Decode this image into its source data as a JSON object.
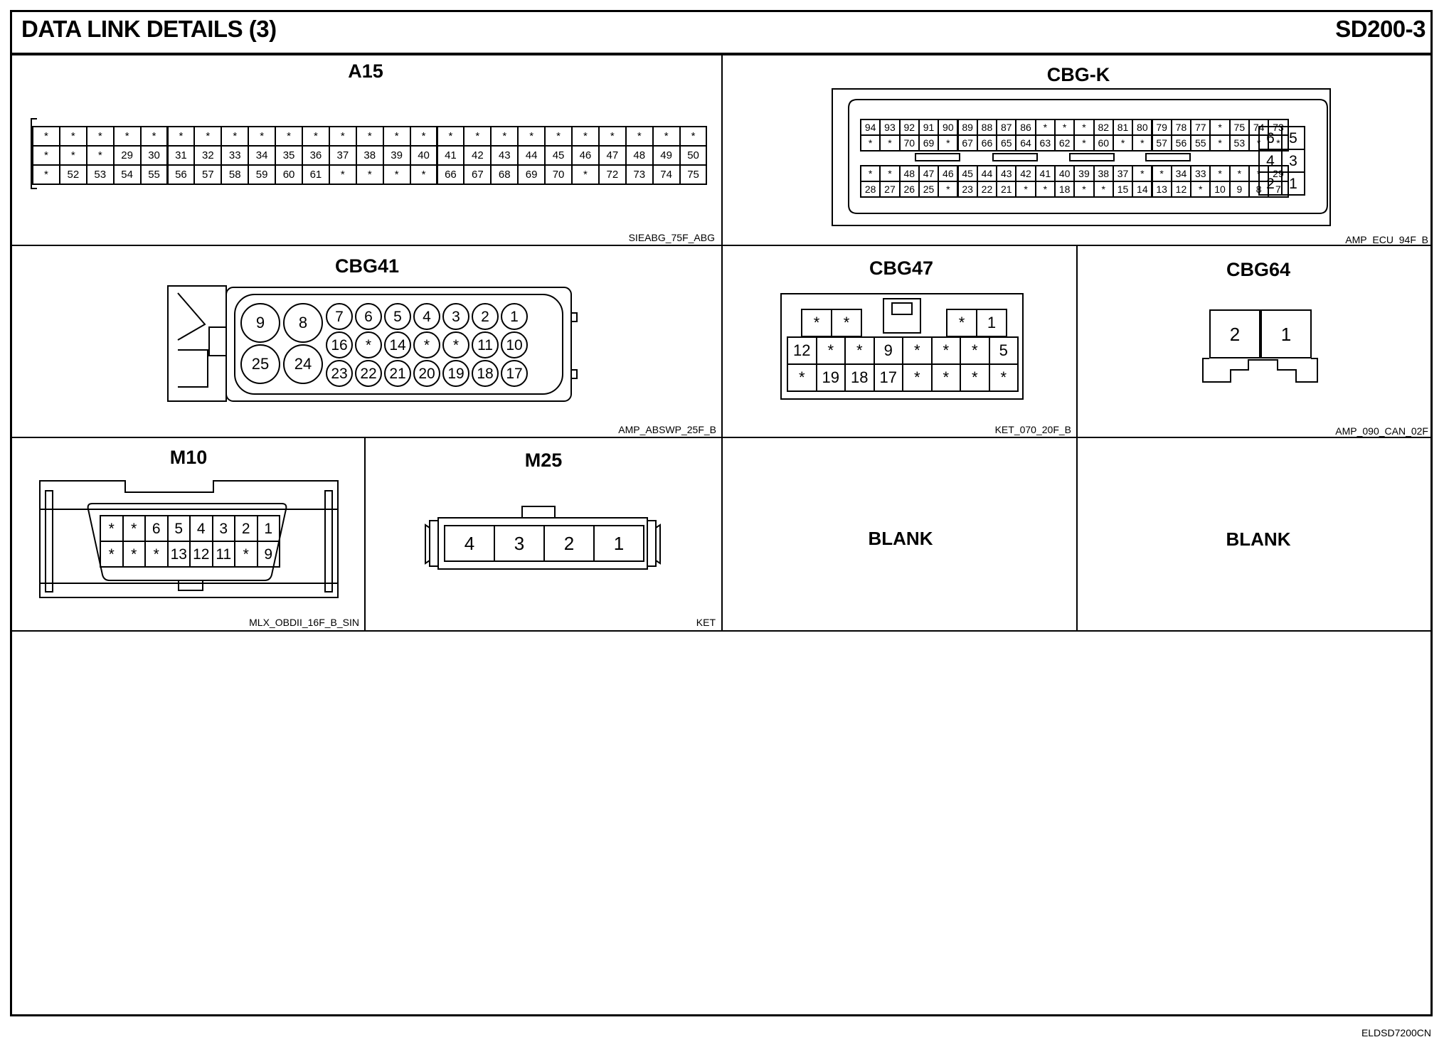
{
  "header": {
    "title": "DATA LINK DETAILS (3)",
    "page_code": "SD200-3"
  },
  "footer_code": "ELDSD7200CN",
  "blank_label": "BLANK",
  "connectors": {
    "A15": {
      "name": "A15",
      "part": "SIEABG_75F_ABG",
      "rows": [
        [
          "*",
          "*",
          "*",
          "*",
          "*",
          "*",
          "*",
          "*",
          "*",
          "*",
          "*",
          "*",
          "*",
          "*",
          "*",
          "*",
          "*",
          "*",
          "*",
          "*",
          "*",
          "*",
          "*",
          "*",
          "*"
        ],
        [
          "*",
          "*",
          "*",
          "29",
          "30",
          "31",
          "32",
          "33",
          "34",
          "35",
          "36",
          "37",
          "38",
          "39",
          "40",
          "41",
          "42",
          "43",
          "44",
          "45",
          "46",
          "47",
          "48",
          "49",
          "50"
        ],
        [
          "*",
          "52",
          "53",
          "54",
          "55",
          "56",
          "57",
          "58",
          "59",
          "60",
          "61",
          "*",
          "*",
          "*",
          "*",
          "66",
          "67",
          "68",
          "69",
          "70",
          "*",
          "72",
          "73",
          "74",
          "75"
        ]
      ]
    },
    "CBGK": {
      "name": "CBG-K",
      "part": "AMP_ECU_94F_B",
      "rows": [
        [
          "94",
          "93",
          "92",
          "91",
          "90",
          "89",
          "88",
          "87",
          "86",
          "*",
          "*",
          "*",
          "82",
          "81",
          "80",
          "79",
          "78",
          "77",
          "*",
          "75",
          "74",
          "73"
        ],
        [
          "*",
          "*",
          "70",
          "69",
          "*",
          "67",
          "66",
          "65",
          "64",
          "63",
          "62",
          "*",
          "60",
          "*",
          "*",
          "57",
          "56",
          "55",
          "*",
          "53",
          "*",
          "*"
        ],
        [
          "*",
          "*",
          "48",
          "47",
          "46",
          "45",
          "44",
          "43",
          "42",
          "41",
          "40",
          "39",
          "38",
          "37",
          "*",
          "*",
          "34",
          "33",
          "*",
          "*",
          "*",
          "29"
        ],
        [
          "28",
          "27",
          "26",
          "25",
          "*",
          "23",
          "22",
          "21",
          "*",
          "*",
          "18",
          "*",
          "*",
          "15",
          "14",
          "13",
          "12",
          "*",
          "10",
          "9",
          "8",
          "7"
        ]
      ],
      "side": [
        [
          "6",
          "5"
        ],
        [
          "4",
          "3"
        ],
        [
          "2",
          "1"
        ]
      ]
    },
    "CBG41": {
      "name": "CBG41",
      "part": "AMP_ABSWP_25F_B",
      "big": [
        "9",
        "8",
        "25",
        "24"
      ],
      "rows": [
        [
          "7",
          "6",
          "5",
          "4",
          "3",
          "2",
          "1"
        ],
        [
          "16",
          "*",
          "14",
          "*",
          "*",
          "11",
          "10"
        ],
        [
          "23",
          "22",
          "21",
          "20",
          "19",
          "18",
          "17"
        ]
      ]
    },
    "CBG47": {
      "name": "CBG47",
      "part": "KET_070_20F_B",
      "top_left": [
        "*",
        "*"
      ],
      "top_right": [
        "*",
        "1"
      ],
      "rows": [
        [
          "12",
          "*",
          "*",
          "9",
          "*",
          "*",
          "*",
          "5"
        ],
        [
          "*",
          "19",
          "18",
          "17",
          "*",
          "*",
          "*",
          "*"
        ]
      ]
    },
    "CBG64": {
      "name": "CBG64",
      "part": "AMP_090_CAN_02F",
      "pins": [
        "2",
        "1"
      ]
    },
    "M10": {
      "name": "M10",
      "part": "MLX_OBDII_16F_B_SIN",
      "rows": [
        [
          "*",
          "*",
          "6",
          "5",
          "4",
          "3",
          "2",
          "1"
        ],
        [
          "*",
          "*",
          "*",
          "13",
          "12",
          "11",
          "*",
          "9"
        ]
      ]
    },
    "M25": {
      "name": "M25",
      "part": "KET",
      "pins": [
        "4",
        "3",
        "2",
        "1"
      ]
    }
  }
}
